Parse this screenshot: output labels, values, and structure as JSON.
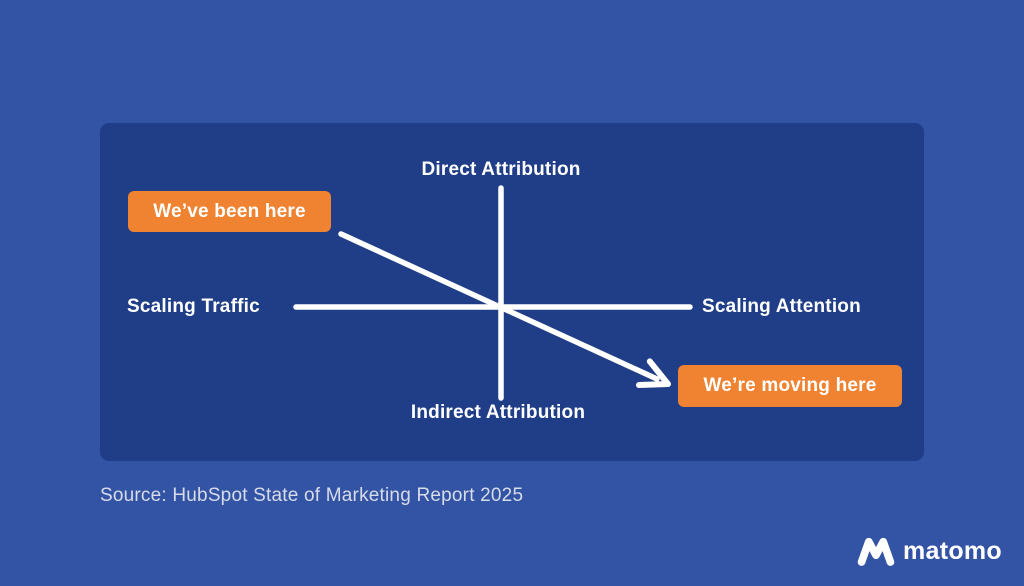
{
  "colors": {
    "background": "#3353A4",
    "panel": "#1F3E87",
    "accent_orange": "#EF8332",
    "text_white": "#FFFFFF",
    "source_text": "#D7DCE9"
  },
  "diagram": {
    "axis_top_label": "Direct Attribution",
    "axis_bottom_label": "Indirect Attribution",
    "axis_left_label": "Scaling Traffic",
    "axis_right_label": "Scaling Attention",
    "badge_from": "We’ve been here",
    "badge_to": "We’re moving here",
    "arrow_meaning": "shift from top-left quadrant to bottom-right quadrant"
  },
  "source": {
    "text": "Source: HubSpot State of Marketing Report 2025"
  },
  "branding": {
    "wordmark": "matomo",
    "icon": "matomo-m-icon"
  }
}
